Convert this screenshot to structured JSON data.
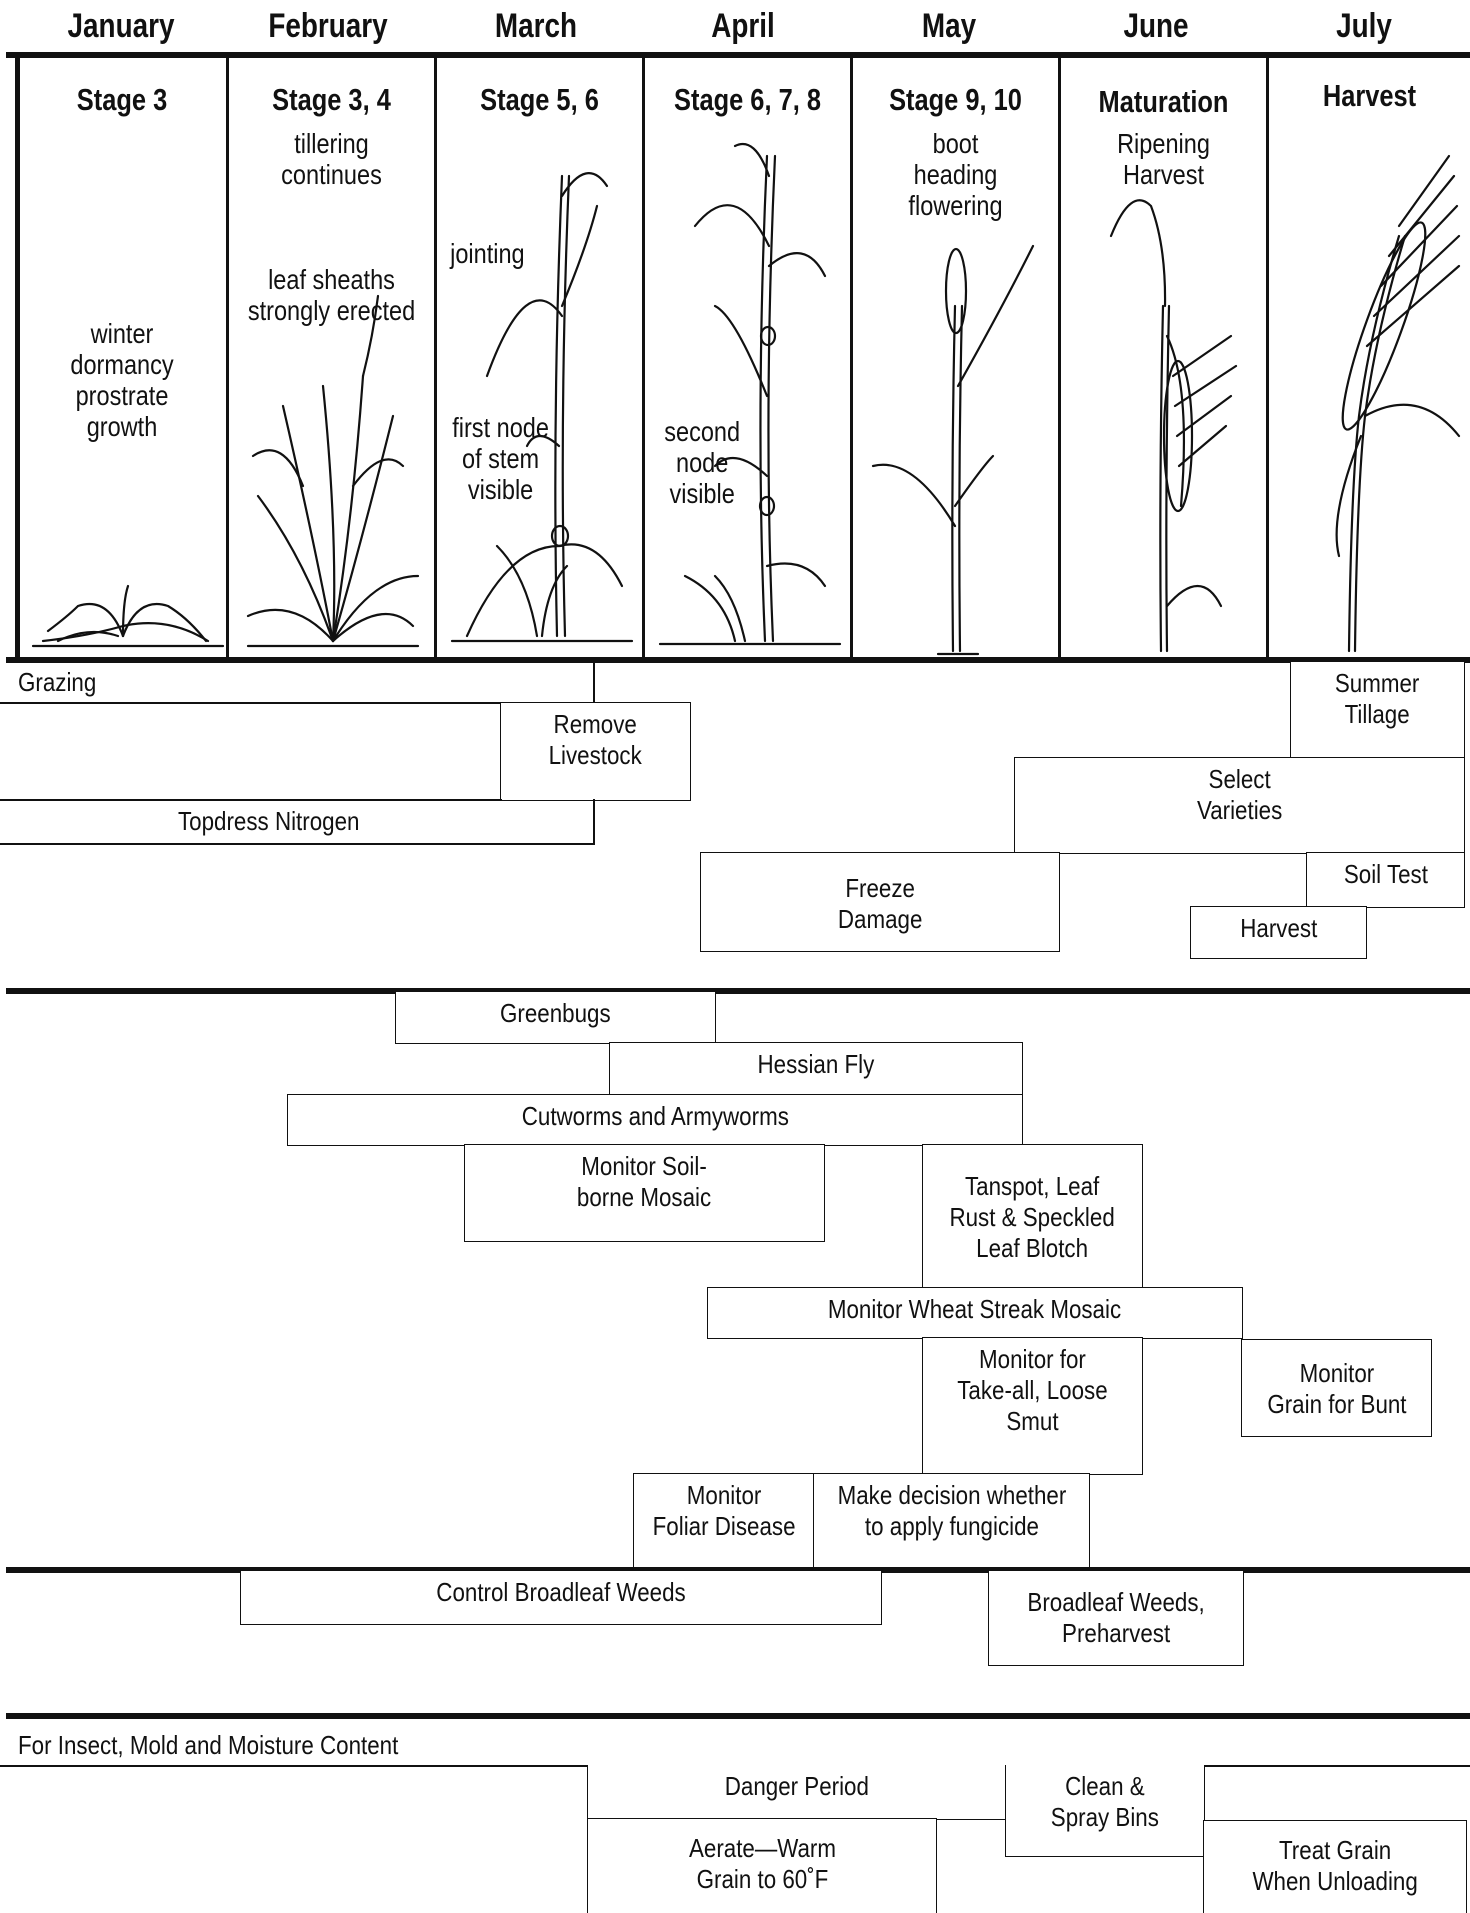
{
  "months": [
    "January",
    "February",
    "March",
    "April",
    "May",
    "June",
    "July"
  ],
  "stages": [
    {
      "heading": "Stage 3",
      "notes": [
        "winter",
        "dormancy",
        "prostrate",
        "growth"
      ]
    },
    {
      "heading": "Stage 3, 4",
      "notes": [
        "tillering",
        "continues"
      ],
      "notes2": [
        "leaf sheaths",
        "strongly erected"
      ]
    },
    {
      "heading": "Stage 5, 6",
      "notes": [
        "jointing"
      ],
      "notes2": [
        "first node",
        "of stem",
        "visible"
      ]
    },
    {
      "heading": "Stage 6, 7, 8",
      "notes": [
        "second",
        "node",
        "visible"
      ]
    },
    {
      "heading": "Stage 9, 10",
      "notes": [
        "boot",
        "heading",
        "flowering"
      ]
    },
    {
      "heading": "Maturation",
      "notes": [
        "Ripening",
        "Harvest"
      ]
    },
    {
      "heading": "Harvest",
      "notes": []
    }
  ],
  "management": {
    "grazing": "Grazing",
    "remove_livestock": "Remove\nLivestock",
    "topdress_nitrogen": "Topdress Nitrogen",
    "summer_tillage": "Summer\nTillage",
    "select_varieties": "Select\nVarieties",
    "freeze_damage": "Freeze\nDamage",
    "soil_test": "Soil Test",
    "harvest": "Harvest"
  },
  "pests": {
    "greenbugs": "Greenbugs",
    "hessian_fly": "Hessian Fly",
    "cutworms": "Cutworms and Armyworms",
    "soilborne_mosaic": "Monitor Soil-\nborne Mosaic",
    "tanspot": "Tanspot, Leaf\nRust & Speckled\nLeaf Blotch",
    "wheat_streak": "Monitor Wheat Streak Mosaic",
    "take_all": "Monitor for\nTake-all, Loose\nSmut",
    "grain_bunt": "Monitor\nGrain for Bunt",
    "foliar_disease": "Monitor\nFoliar Disease",
    "fungicide_decision": "Make decision whether\nto apply fungicide"
  },
  "weeds": {
    "control_broadleaf": "Control Broadleaf Weeds",
    "broadleaf_preharvest": "Broadleaf Weeds,\nPreharvest"
  },
  "storage": {
    "section_label": "For Insect, Mold and Moisture Content",
    "danger_period": "Danger Period",
    "clean_spray_bins": "Clean &\nSpray Bins",
    "aerate": "Aerate—Warm\nGrain to 60˚F",
    "treat_grain": "Treat Grain\nWhen Unloading"
  }
}
